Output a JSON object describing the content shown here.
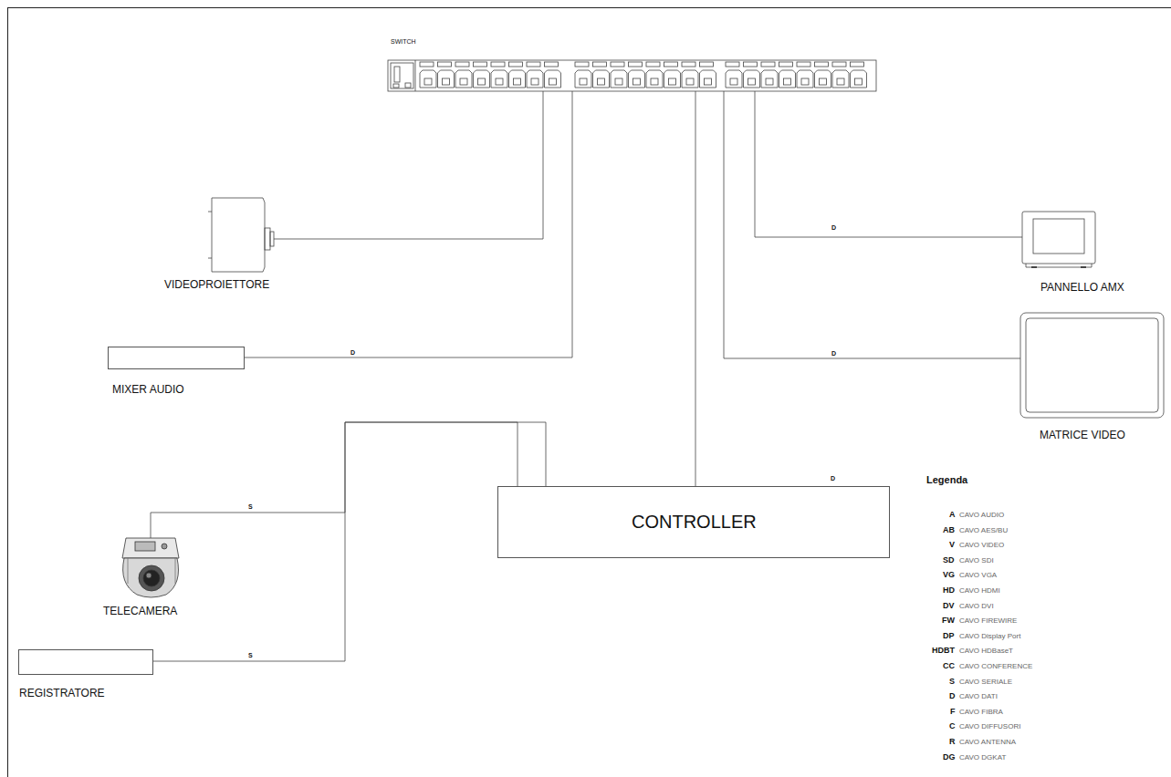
{
  "diagram": {
    "nodes": [
      {
        "text": [
          "SWITCH"
        ]
      },
      {
        "text": [
          "VIDEOPROIETTORE"
        ]
      },
      {
        "text": [
          "MIXER AUDIO"
        ]
      },
      {
        "text": [
          "PANNELLO AMX"
        ]
      },
      {
        "text": [
          "MATRICE VIDEO"
        ]
      },
      {
        "text": [
          "CONTROLLER"
        ]
      },
      {
        "text": [
          "TELECAMERA"
        ]
      },
      {
        "text": [
          "REGISTRATORE"
        ]
      }
    ],
    "edges": [
      {
        "from": 0,
        "to": 1,
        "arrow": "none"
      },
      {
        "from": 0,
        "to": 2,
        "label": "D",
        "arrow": "none"
      },
      {
        "from": 0,
        "to": 5,
        "arrow": "none"
      },
      {
        "from": 0,
        "to": 3,
        "label": "D",
        "arrow": "none"
      },
      {
        "from": 0,
        "to": 4,
        "label": "D",
        "arrow": "none"
      },
      {
        "from": 5,
        "to": 6,
        "label": "S",
        "arrow": "none"
      },
      {
        "from": 5,
        "to": 7,
        "label": "S",
        "arrow": "none"
      }
    ],
    "labels": [
      "D",
      "Legenda",
      "A",
      "AB",
      "V",
      "SD",
      "VG",
      "HD",
      "DV",
      "FW",
      "DP",
      "HDBT",
      "CC",
      "S",
      "D",
      "F",
      "C",
      "R",
      "DG"
    ],
    "legend": [
      {
        "text": "CAVO AUDIO"
      },
      {
        "text": "CAVO AES/BU"
      },
      {
        "text": "CAVO VIDEO"
      },
      {
        "text": "CAVO SDI"
      },
      {
        "text": "CAVO VGA"
      },
      {
        "text": "CAVO HDMI"
      },
      {
        "text": "CAVO DVI"
      },
      {
        "text": "CAVO FIREWIRE"
      },
      {
        "text": "CAVO Display Port"
      },
      {
        "text": "CAVO HDBaseT"
      },
      {
        "text": "CAVO CONFERENCE"
      },
      {
        "text": "CAVO SERIALE"
      },
      {
        "text": "CAVO DATI"
      },
      {
        "text": "CAVO FIBRA"
      },
      {
        "text": "CAVO DIFFUSORI"
      },
      {
        "text": "CAVO ANTENNA"
      },
      {
        "text": "CAVO DGKAT"
      }
    ]
  }
}
